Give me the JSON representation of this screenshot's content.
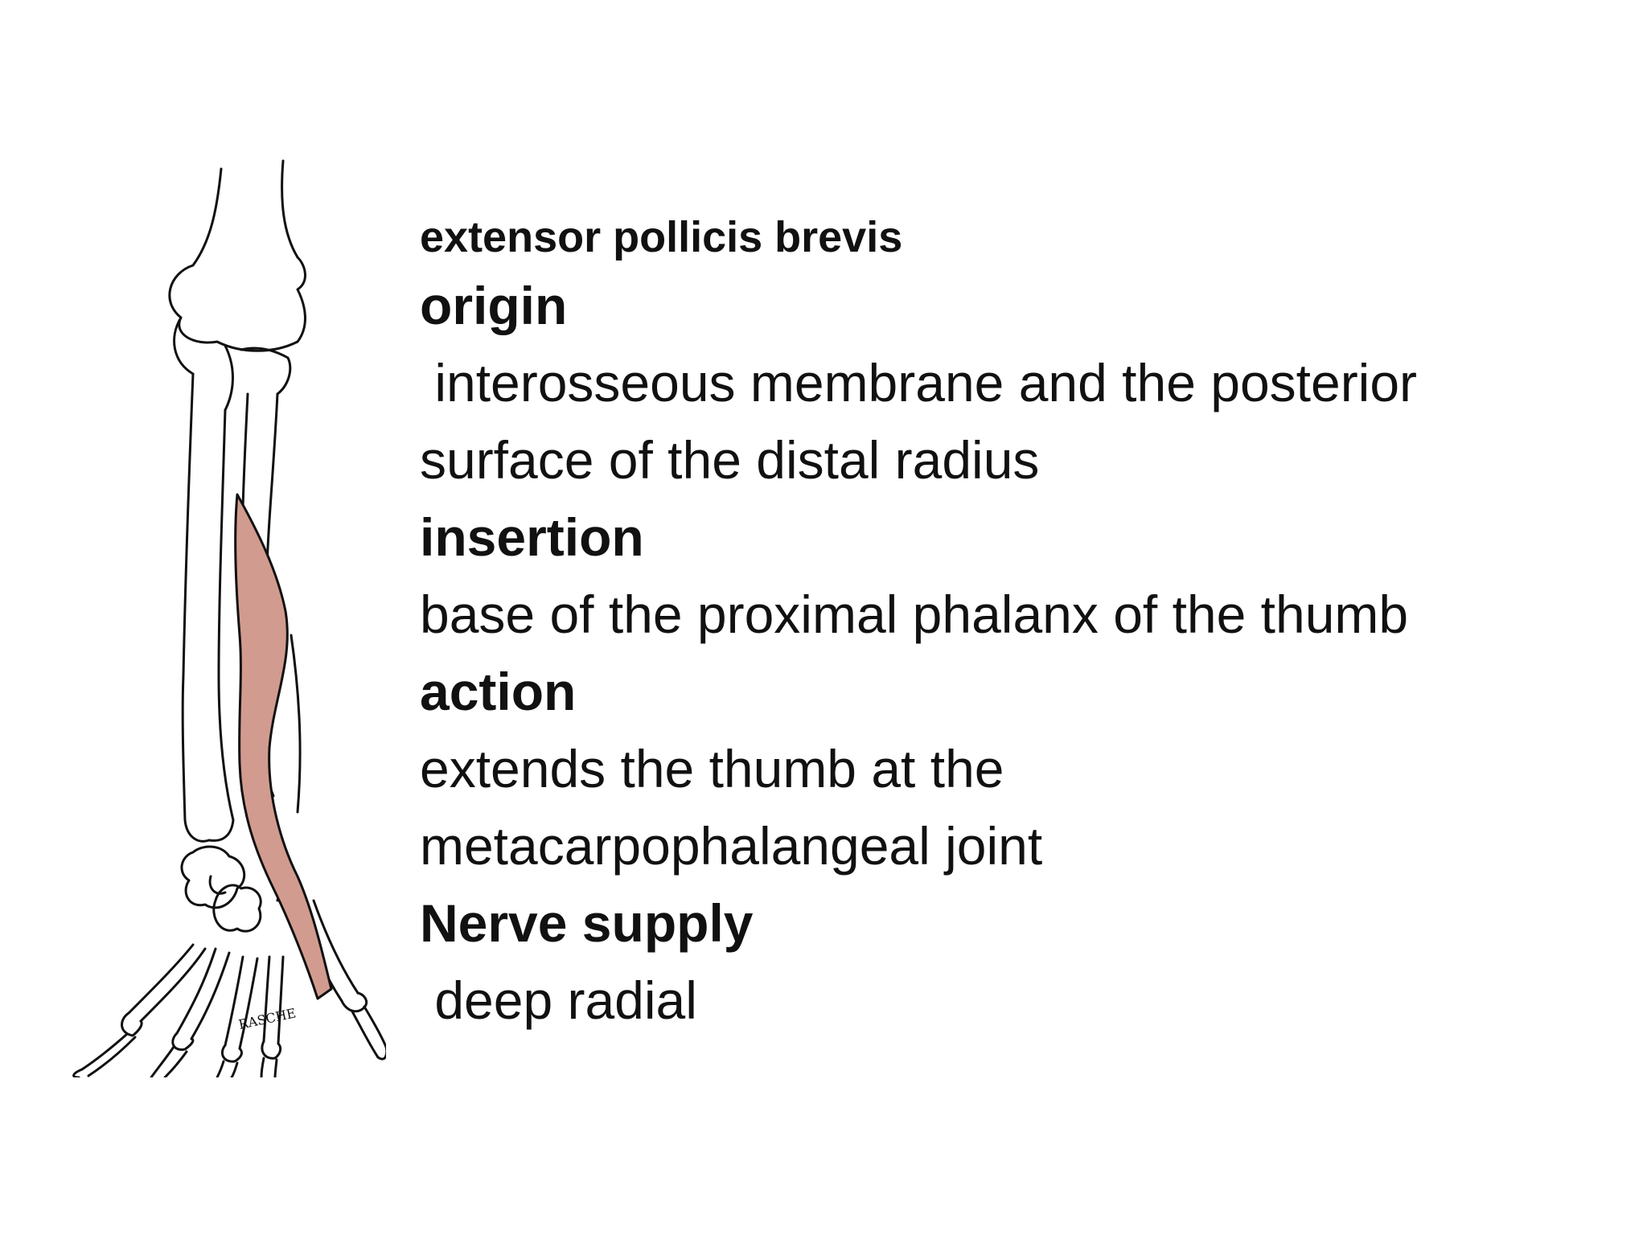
{
  "title": "extensor pollicis brevis",
  "sections": [
    {
      "heading": "origin",
      "lines": [
        " interosseous membrane and the posterior",
        "surface of the distal radius"
      ]
    },
    {
      "heading": "insertion",
      "lines": [
        "base of the proximal phalanx of the thumb"
      ]
    },
    {
      "heading": "action",
      "lines": [
        "extends the thumb at the",
        "metacarpophalangeal joint"
      ]
    },
    {
      "heading": "Nerve supply",
      "lines": [
        " deep radial"
      ]
    }
  ],
  "illustration": {
    "icon": "forearm-hand-skeleton-icon",
    "muscle_color": "#d29b90",
    "bone_stroke": "#111111",
    "signature": "RASCHE"
  }
}
